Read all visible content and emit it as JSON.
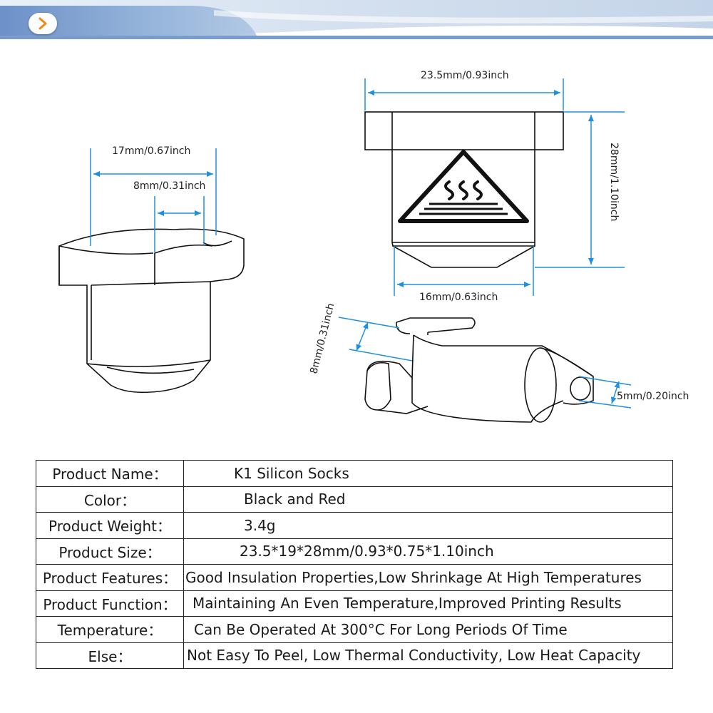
{
  "dimensions": {
    "front_width": "17mm/0.67inch",
    "front_inner": "8mm/0.31inch",
    "side_width": "23.5mm/0.93inch",
    "side_height": "28mm/1.10inch",
    "side_bottom": "16mm/0.63inch",
    "iso_height": "8mm/0.31inch",
    "iso_nozzle": "5mm/0.20inch"
  },
  "specs": [
    {
      "label": "Product Name：",
      "value": "K1 Silicon Socks",
      "indent": 70
    },
    {
      "label": "Color：",
      "value": "Black and Red",
      "indent": 84
    },
    {
      "label": "Product Weight：",
      "value": "3.4g",
      "indent": 84
    },
    {
      "label": "Product Size：",
      "value": "23.5*19*28mm/0.93*0.75*1.10inch",
      "indent": 78
    },
    {
      "label": "Product Features：",
      "value": "Good Insulation Properties,Low Shrinkage At High Temperatures",
      "indent": 2
    },
    {
      "label": "Product Function：",
      "value": "Maintaining An Even Temperature,Improved Printing Results",
      "indent": 12
    },
    {
      "label": "Temperature：",
      "value": "Can Be Operated At 300°C For Long Periods Of Time",
      "indent": 14
    },
    {
      "label": "Else：",
      "value": "Not Easy To Peel, Low Thermal Conductivity, Low Heat Capacity",
      "indent": 4
    }
  ],
  "icons": {
    "banner_arrow": "chevron-right-icon",
    "heat_warning": "hot-surface-warning-icon"
  },
  "colors": {
    "dimension_line": "#1e90e0",
    "banner_blue": "#6f93c8",
    "arrow_orange": "#f08a1c",
    "outline": "#111111"
  }
}
